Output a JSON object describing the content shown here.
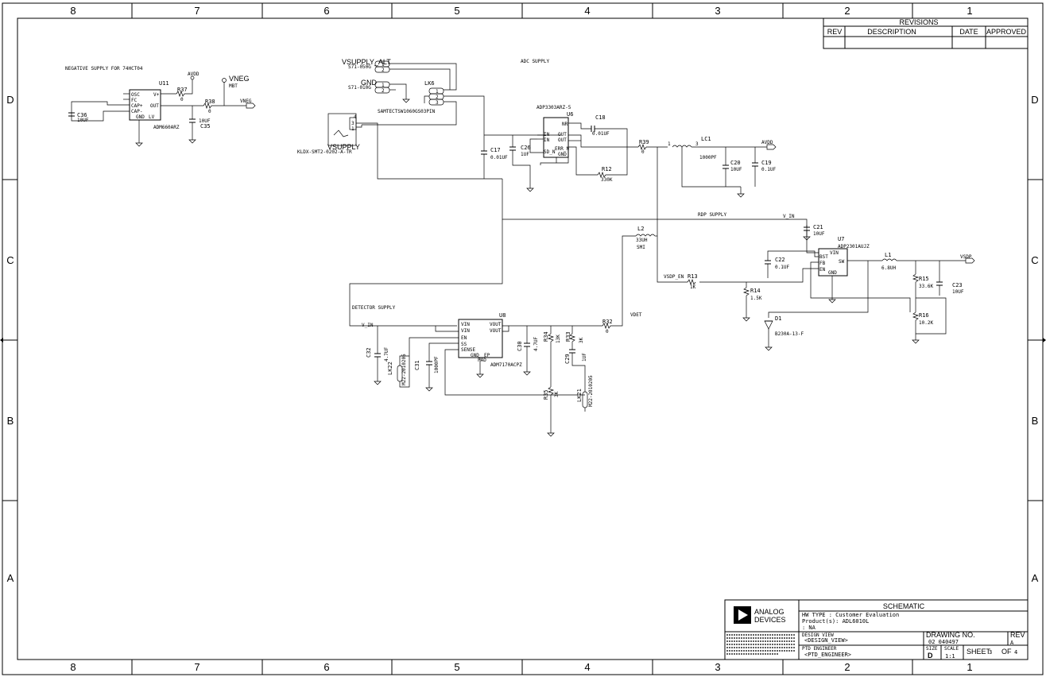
{
  "frame": {
    "col_zones": [
      "8",
      "7",
      "6",
      "5",
      "4",
      "3",
      "2",
      "1"
    ],
    "row_zones": [
      "D",
      "C",
      "B",
      "A"
    ]
  },
  "revisions": {
    "title": "REVISIONS",
    "headers": [
      "REV",
      "DESCRIPTION",
      "DATE",
      "APPROVED"
    ]
  },
  "title_block": {
    "logo_line1": "ANALOG",
    "logo_line2": "DEVICES",
    "title": "SCHEMATIC",
    "hw_type": "HW TYPE   : Customer Evaluation",
    "products": "Product(s): ADL6010L",
    "products2": "          : NA",
    "design_view_label": "DESIGN VIEW",
    "design_view": "<DESIGN_VIEW>",
    "engineer_label": "PTD ENGINEER",
    "engineer": "<PTD_ENGINEER>",
    "drawing_no_label": "DRAWING NO.",
    "drawing_no": "02 040497",
    "rev_label": "REV",
    "rev": "A",
    "size_label": "SIZE",
    "size": "D",
    "scale_label": "SCALE",
    "scale": "1:1",
    "sheet_label": "SHEET",
    "sheet": "3",
    "of_label": "OF",
    "of": "4"
  },
  "sections": {
    "neg": "NEGATIVE SUPPLY FOR 74HCT04",
    "adc": "ADC SUPPLY",
    "rdp": "RDP SUPPLY",
    "det": "DETECTOR SUPPLY"
  },
  "nets": {
    "avdd": "AVDD",
    "vneg": "VNEG",
    "vneg_sub": "MBT",
    "v_in": "V_IN",
    "vsdp": "VSDP",
    "vsdp_en": "VSDP_EN",
    "vdet": "VDET"
  },
  "parts": {
    "u11": "U11",
    "u11_val": "ADM660ARZ",
    "u11_pins": [
      "OSC",
      "FC",
      "CAP+",
      "CAP-",
      "GND",
      "LV",
      "V+",
      "OUT"
    ],
    "r37": "R37",
    "r37_val": "0",
    "r38": "R38",
    "r38_val": "0",
    "c36": "C36",
    "c36_val": "10UF",
    "c35": "C35",
    "c35_val": "10UF",
    "vsupply_alt": "VSUPPLY_ALT",
    "vsupply_alt_ref": "S71-050G",
    "gnd": "GND",
    "gnd_ref": "S71-010G",
    "lk6": "LK6",
    "lk6_val": "SAMTECTSW1060GS03PIN",
    "vsupply": "VSUPPLY",
    "vsupply_val": "KLDX-SMT2-0202-A-TR",
    "u6": "U6",
    "u6_val": "ADP3303ARZ-5",
    "u6_pins": [
      "NR",
      "IN",
      "IN",
      "SD_N",
      "OUT",
      "OUT",
      "ERR_N",
      "GND"
    ],
    "c18": "C18",
    "c18_val": "0.01UF",
    "c17": "C17",
    "c17_val": "0.01UF",
    "c26": "C26",
    "c26_val": "1UF",
    "r12": "R12",
    "r12_val": "330K",
    "r39": "R39",
    "r39_val": "0",
    "lc1": "LC1",
    "lc1_val": "1000PF",
    "c20": "C20",
    "c20_val": "10UF",
    "c19": "C19",
    "c19_val": "0.1UF",
    "u7": "U7",
    "u7_val": "ADP2301AUJZ",
    "u7_pins": [
      "BST",
      "FB",
      "EN",
      "GND",
      "VIN",
      "SW"
    ],
    "c21": "C21",
    "c21_val": "10UF",
    "c22": "C22",
    "c22_val": "0.1UF",
    "l1": "L1",
    "l1_val": "6.8UH",
    "l2": "L2",
    "l2_val": "33UH",
    "l2_sub": "SMI",
    "r13": "R13",
    "r13_val": "1K",
    "r14": "R14",
    "r14_val": "1.5K",
    "r15": "R15",
    "r15_val": "33.6K",
    "r16": "R16",
    "r16_val": "10.2K",
    "c23": "C23",
    "c23_val": "10UF",
    "d1": "D1",
    "d1_val": "B230A-13-F",
    "u8": "U8",
    "u8_val": "ADM7170ACPZ",
    "u8_pins": [
      "VIN",
      "VIN",
      "EN",
      "SS",
      "SENSE",
      "GND",
      "EP",
      "PAD",
      "VOUT",
      "VOUT"
    ],
    "r32": "R32",
    "r32_val": "0",
    "c32": "C32",
    "c32_val": "4.7UF",
    "lk22": "LK22",
    "lk22_val": "M22-2010205",
    "c31": "C31",
    "c31_val": "1000PF",
    "c30": "C30",
    "c30_val": "4.7UF",
    "r34": "R34",
    "r34_val": "13K",
    "r33": "R33",
    "r33_val": "3K",
    "c29": "C29",
    "c29_val": "1UF",
    "r35": "R35",
    "r35_val": "3K",
    "lk21": "LK21",
    "lk21_val": "M22-2010205"
  }
}
